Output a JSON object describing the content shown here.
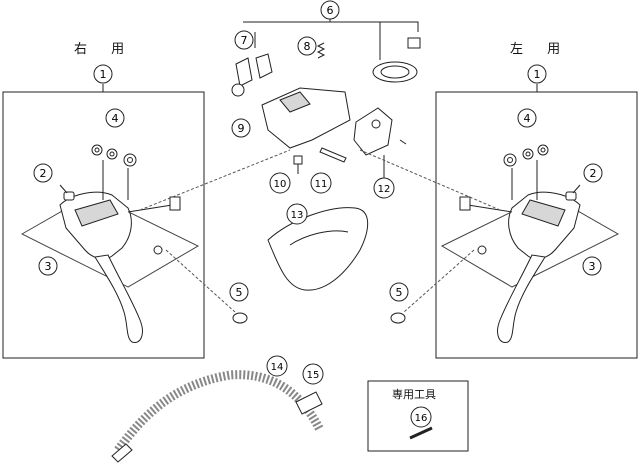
{
  "labels": {
    "right_use": "右 用",
    "left_use": "左 用",
    "special_tool": "専用工具"
  },
  "callouts": [
    "1",
    "1",
    "2",
    "2",
    "3",
    "3",
    "4",
    "4",
    "5",
    "5",
    "6",
    "7",
    "8",
    "9",
    "10",
    "11",
    "12",
    "13",
    "14",
    "15",
    "16"
  ],
  "colors": {
    "stroke": "#222222",
    "fill": "#ffffff",
    "shade": "#cfcfcf"
  }
}
